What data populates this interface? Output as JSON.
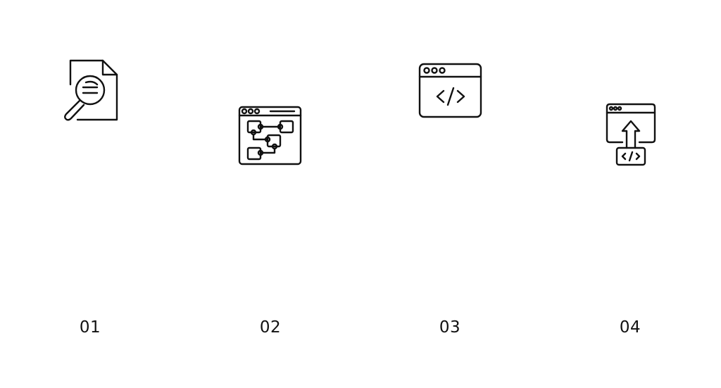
{
  "steps": [
    {
      "number": "01",
      "icon": "document-search-icon"
    },
    {
      "number": "02",
      "icon": "browser-flowchart-icon"
    },
    {
      "number": "03",
      "icon": "browser-code-icon"
    },
    {
      "number": "04",
      "icon": "browser-upload-code-icon"
    }
  ],
  "colors": {
    "icon": "#111111",
    "background": "#ffffff"
  }
}
